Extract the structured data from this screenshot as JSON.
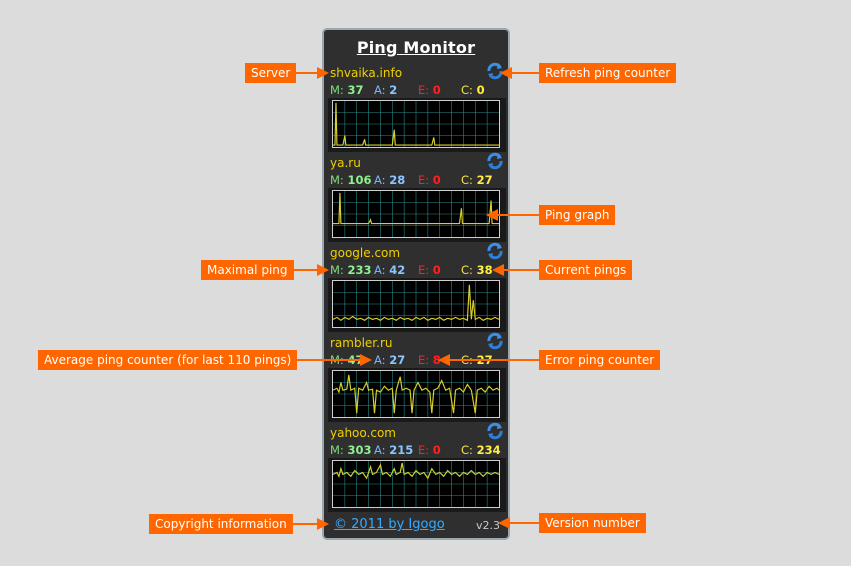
{
  "gadget": {
    "title": "Ping Monitor",
    "copyright": "© 2011 by Igogo",
    "version": "v2.3",
    "servers": [
      {
        "name": "shvaika.info",
        "m_label": "M:",
        "m": "37",
        "a_label": "A:",
        "a": "2",
        "e_label": "E:",
        "e": "0",
        "c_label": "C:",
        "c": "0"
      },
      {
        "name": "ya.ru",
        "m_label": "M:",
        "m": "106",
        "a_label": "A:",
        "a": "28",
        "e_label": "E:",
        "e": "0",
        "c_label": "C:",
        "c": "27"
      },
      {
        "name": "google.com",
        "m_label": "M:",
        "m": "233",
        "a_label": "A:",
        "a": "42",
        "e_label": "E:",
        "e": "0",
        "c_label": "C:",
        "c": "38"
      },
      {
        "name": "rambler.ru",
        "m_label": "M:",
        "m": "47",
        "a_label": "A:",
        "a": "27",
        "e_label": "E:",
        "e": "8",
        "c_label": "C:",
        "c": "27"
      },
      {
        "name": "yahoo.com",
        "m_label": "M:",
        "m": "303",
        "a_label": "A:",
        "a": "215",
        "e_label": "E:",
        "e": "0",
        "c_label": "C:",
        "c": "234"
      }
    ]
  },
  "callouts": {
    "server": "Server",
    "refresh": "Refresh ping counter",
    "graph": "Ping graph",
    "maximal": "Maximal ping",
    "current": "Current pings",
    "average": "Average ping counter (for last 110 pings)",
    "error": "Error ping counter",
    "copyright": "Copyright information",
    "version": "Version number"
  },
  "colors": {
    "accent": "#ff6600",
    "server_name": "#f0d000",
    "max": "#8ef08e",
    "avg": "#8cc6ff",
    "err": "#ff2020",
    "cur": "#ffee44",
    "graph_line": "#d8cf2a",
    "graph_grid": "#2a8a8a",
    "link": "#36aaff"
  },
  "icons": {
    "refresh": "refresh-icon"
  }
}
